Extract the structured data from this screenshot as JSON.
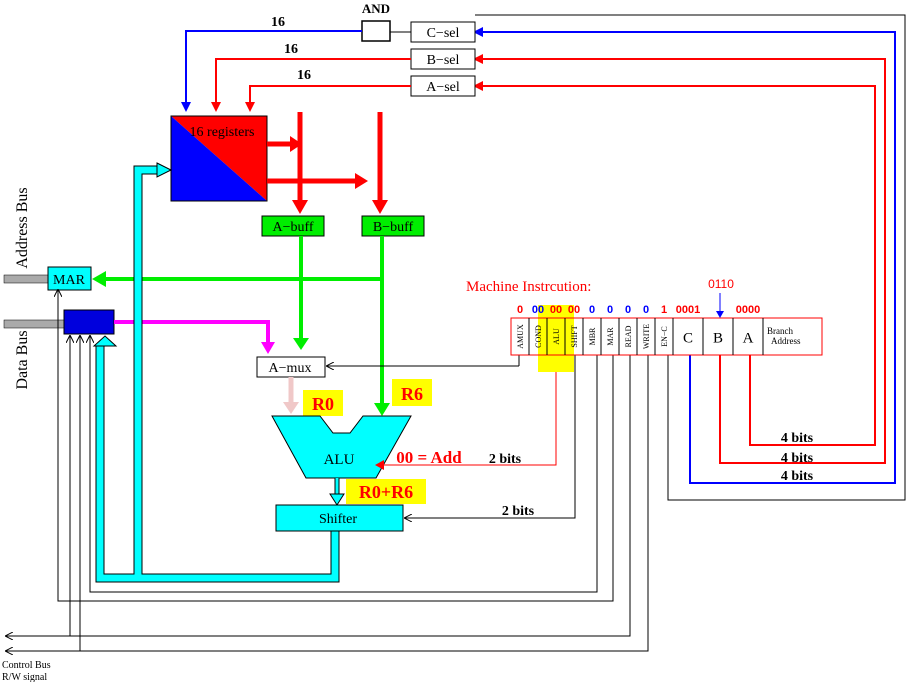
{
  "labels": {
    "and_gate": "AND",
    "c_sel": "C−sel",
    "b_sel": "B−sel",
    "a_sel": "A−sel",
    "width_c": "16",
    "width_b": "16",
    "width_a": "16",
    "registers": "16 registers",
    "a_buff": "A−buff",
    "b_buff": "B−buff",
    "mar": "MAR",
    "address_bus": "Address Bus",
    "data_bus": "Data Bus",
    "a_mux": "A−mux",
    "alu": "ALU",
    "shifter": "Shifter",
    "r0": "R0",
    "r6": "R6",
    "add_label": "00 = Add",
    "sum_label": "R0+R6",
    "alu_bits": "2 bits",
    "shift_bits": "2 bits",
    "field_bits_a": "4 bits",
    "field_bits_b": "4 bits",
    "field_bits_c": "4 bits",
    "machine_instruction": "Machine Instrcution:",
    "b_value": "0110",
    "control_bus": "Control Bus",
    "rw_signal": "R/W signal"
  },
  "instruction": {
    "fields": [
      {
        "name": "AMUX",
        "value": "0"
      },
      {
        "name": "COND",
        "value": "00"
      },
      {
        "name": "ALU",
        "value": "00"
      },
      {
        "name": "SHIFT",
        "value": "00"
      },
      {
        "name": "MBR",
        "value": "0"
      },
      {
        "name": "MAR",
        "value": "0"
      },
      {
        "name": "READ",
        "value": "0"
      },
      {
        "name": "WRITE",
        "value": "0"
      },
      {
        "name": "EN−C",
        "value": "1"
      },
      {
        "name": "C",
        "value": "0001"
      },
      {
        "name": "B",
        "value": ""
      },
      {
        "name": "A",
        "value": "0000"
      },
      {
        "name": "Branch Address",
        "value": ""
      }
    ]
  },
  "colors": {
    "red": "#ff0000",
    "blue": "#0000ff",
    "green": "#00ee00",
    "cyan": "#00ffff",
    "magenta": "#ff00ff",
    "yellow": "#ffff00",
    "pink": "#f0c8c8"
  }
}
